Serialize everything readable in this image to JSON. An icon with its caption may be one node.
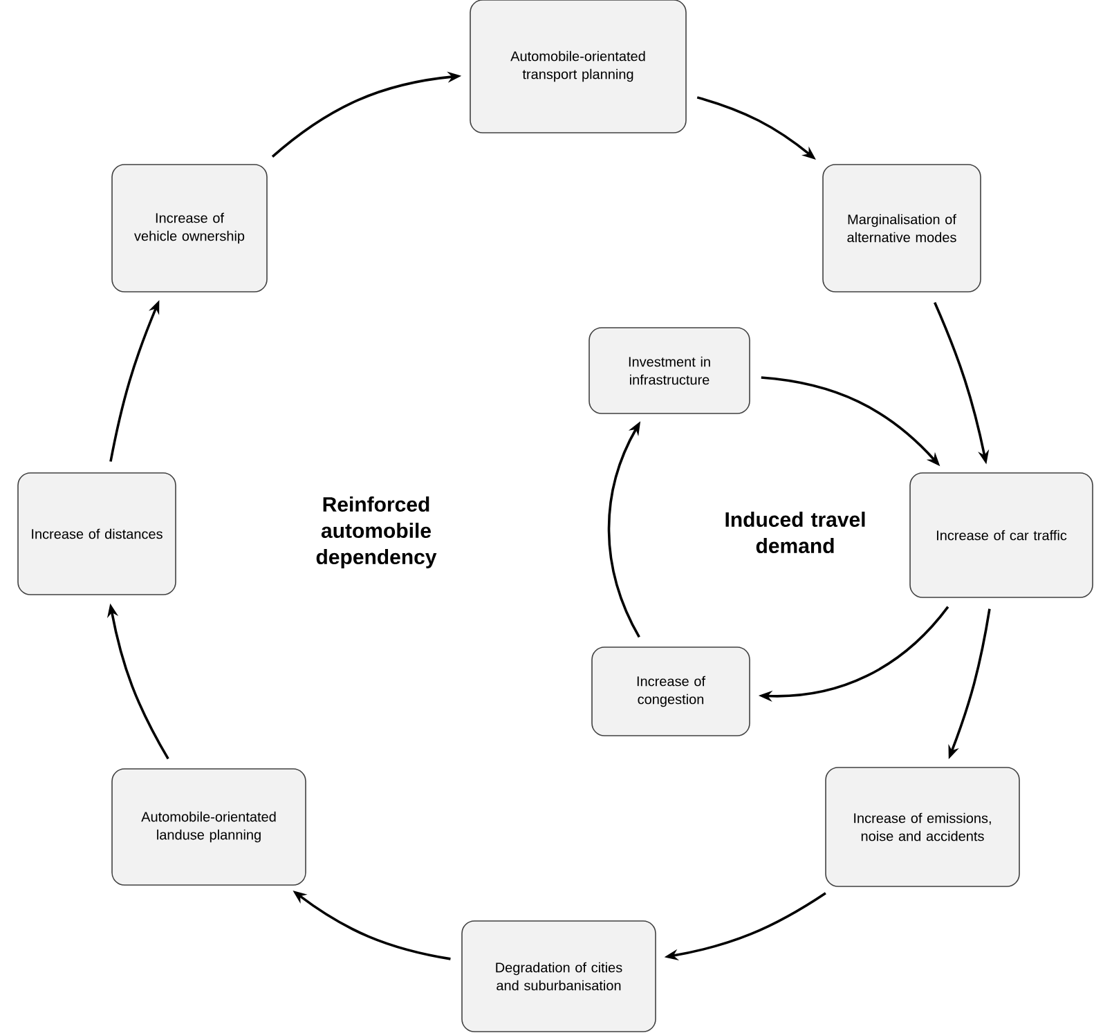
{
  "diagram": {
    "nodes": [
      {
        "text": [
          "Automobile-orientated transport planning"
        ]
      },
      {
        "text": [
          "Increase of vehicle ownership"
        ]
      },
      {
        "text": [
          "Marginalisation of alternative modes"
        ]
      },
      {
        "text": [
          "Investment in infrastructure"
        ]
      },
      {
        "text": [
          "Increase of distances"
        ]
      },
      {
        "text": [
          "Increase of car traffic"
        ]
      },
      {
        "text": [
          "Increase of congestion"
        ]
      },
      {
        "text": [
          "Automobile-orientated landuse planning"
        ]
      },
      {
        "text": [
          "Increase of emissions, noise and accidents"
        ]
      },
      {
        "text": [
          "Degradation of cities and suburbanisation"
        ]
      }
    ],
    "edges": [
      {
        "from": 1,
        "to": 0,
        "arrow": "to"
      },
      {
        "from": 0,
        "to": 2,
        "arrow": "to"
      },
      {
        "from": 2,
        "to": 5,
        "arrow": "to"
      },
      {
        "from": 3,
        "to": 5,
        "arrow": "to"
      },
      {
        "from": 5,
        "to": 6,
        "arrow": "to"
      },
      {
        "from": 6,
        "to": 3,
        "arrow": "to"
      },
      {
        "from": 5,
        "to": 8,
        "arrow": "to"
      },
      {
        "from": 8,
        "to": 9,
        "arrow": "to"
      },
      {
        "from": 9,
        "to": 7,
        "arrow": "to"
      },
      {
        "from": 7,
        "to": 4,
        "arrow": "to"
      },
      {
        "from": 4,
        "to": 1,
        "arrow": "to"
      }
    ],
    "labels": [
      "Reinforced automobile dependency",
      "Induced travel demand"
    ]
  }
}
